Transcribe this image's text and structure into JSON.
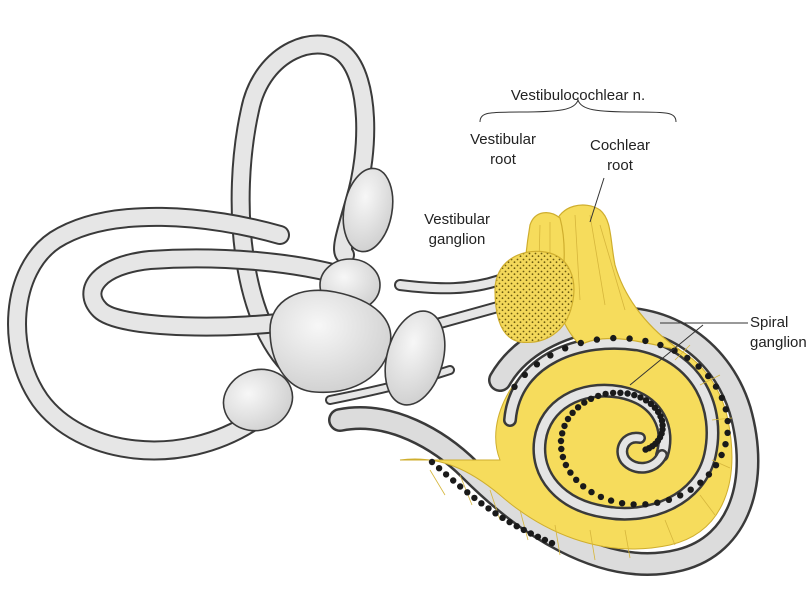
{
  "labels": {
    "nerve": "Vestibulocochlear n.",
    "vestibular_root": [
      "Vestibular",
      "root"
    ],
    "cochlear_root": [
      "Cochlear",
      "root"
    ],
    "vestibular_ganglion": [
      "Vestibular",
      "ganglion"
    ],
    "spiral_ganglion": [
      "Spiral",
      "ganglion"
    ]
  },
  "colors": {
    "labyrinth_fill": "#e4e4e4",
    "labyrinth_stroke": "#3a3a3a",
    "nerve_yellow": "#f6dc5c",
    "nerve_hatch": "#cfae2e",
    "ganglion_dots": "#1a1a1a",
    "leader_line": "#333333"
  }
}
